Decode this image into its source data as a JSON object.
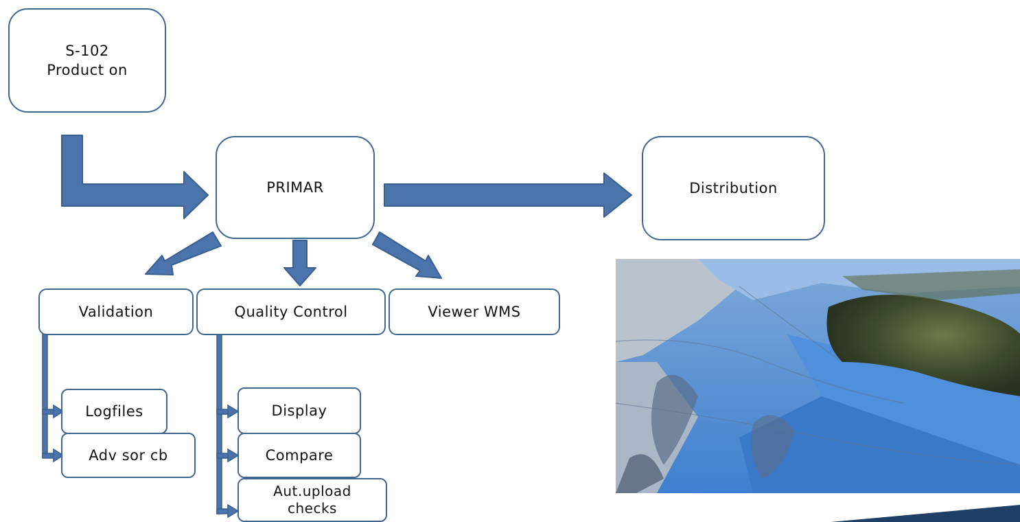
{
  "nodes": {
    "production": "S-102\nProduct on",
    "primar": "PRIMAR",
    "distribution": "Distribution",
    "validation": "Validation",
    "quality_control": "Quality Control",
    "viewer_wms": "Viewer WMS",
    "logfiles": "Logfiles",
    "advisor": "Adv sor cb",
    "display": "Display",
    "compare": "Compare",
    "autoupload": "Aut.upload\nchecks"
  },
  "colors": {
    "arrow": "#4b74ad",
    "arrow_edge": "#3a5f8f",
    "box_border": "#3f6593",
    "accent_bar": "#1f3f66"
  },
  "image": {
    "description_icon": "bathymetry-3d-render"
  }
}
